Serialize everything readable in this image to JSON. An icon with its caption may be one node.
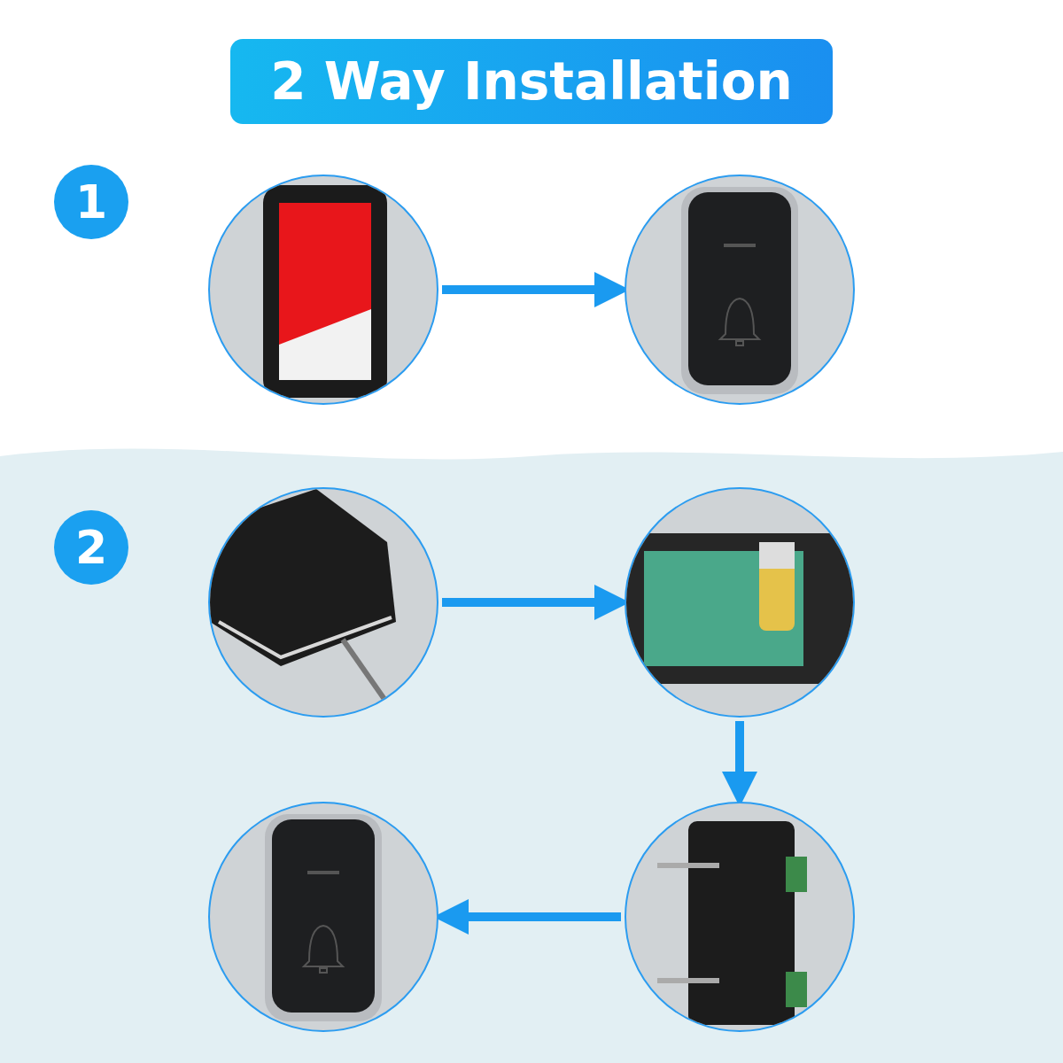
{
  "diagram": {
    "title": "2 Way Installation",
    "nodes": [
      {
        "text": [],
        "shape": "picture"
      },
      {
        "text": [],
        "shape": "picture"
      },
      {
        "text": [],
        "shape": "picture"
      },
      {
        "text": [],
        "shape": "picture"
      },
      {
        "text": [],
        "shape": "picture"
      },
      {
        "text": [],
        "shape": "picture"
      }
    ],
    "edges": [
      {
        "from": 0,
        "to": 1,
        "arrow": "to"
      },
      {
        "from": 2,
        "to": 3,
        "arrow": "to"
      },
      {
        "from": 3,
        "to": 5,
        "arrow": "to"
      },
      {
        "from": 5,
        "to": 4,
        "arrow": "to"
      }
    ],
    "labels": [
      "1",
      "2"
    ]
  }
}
